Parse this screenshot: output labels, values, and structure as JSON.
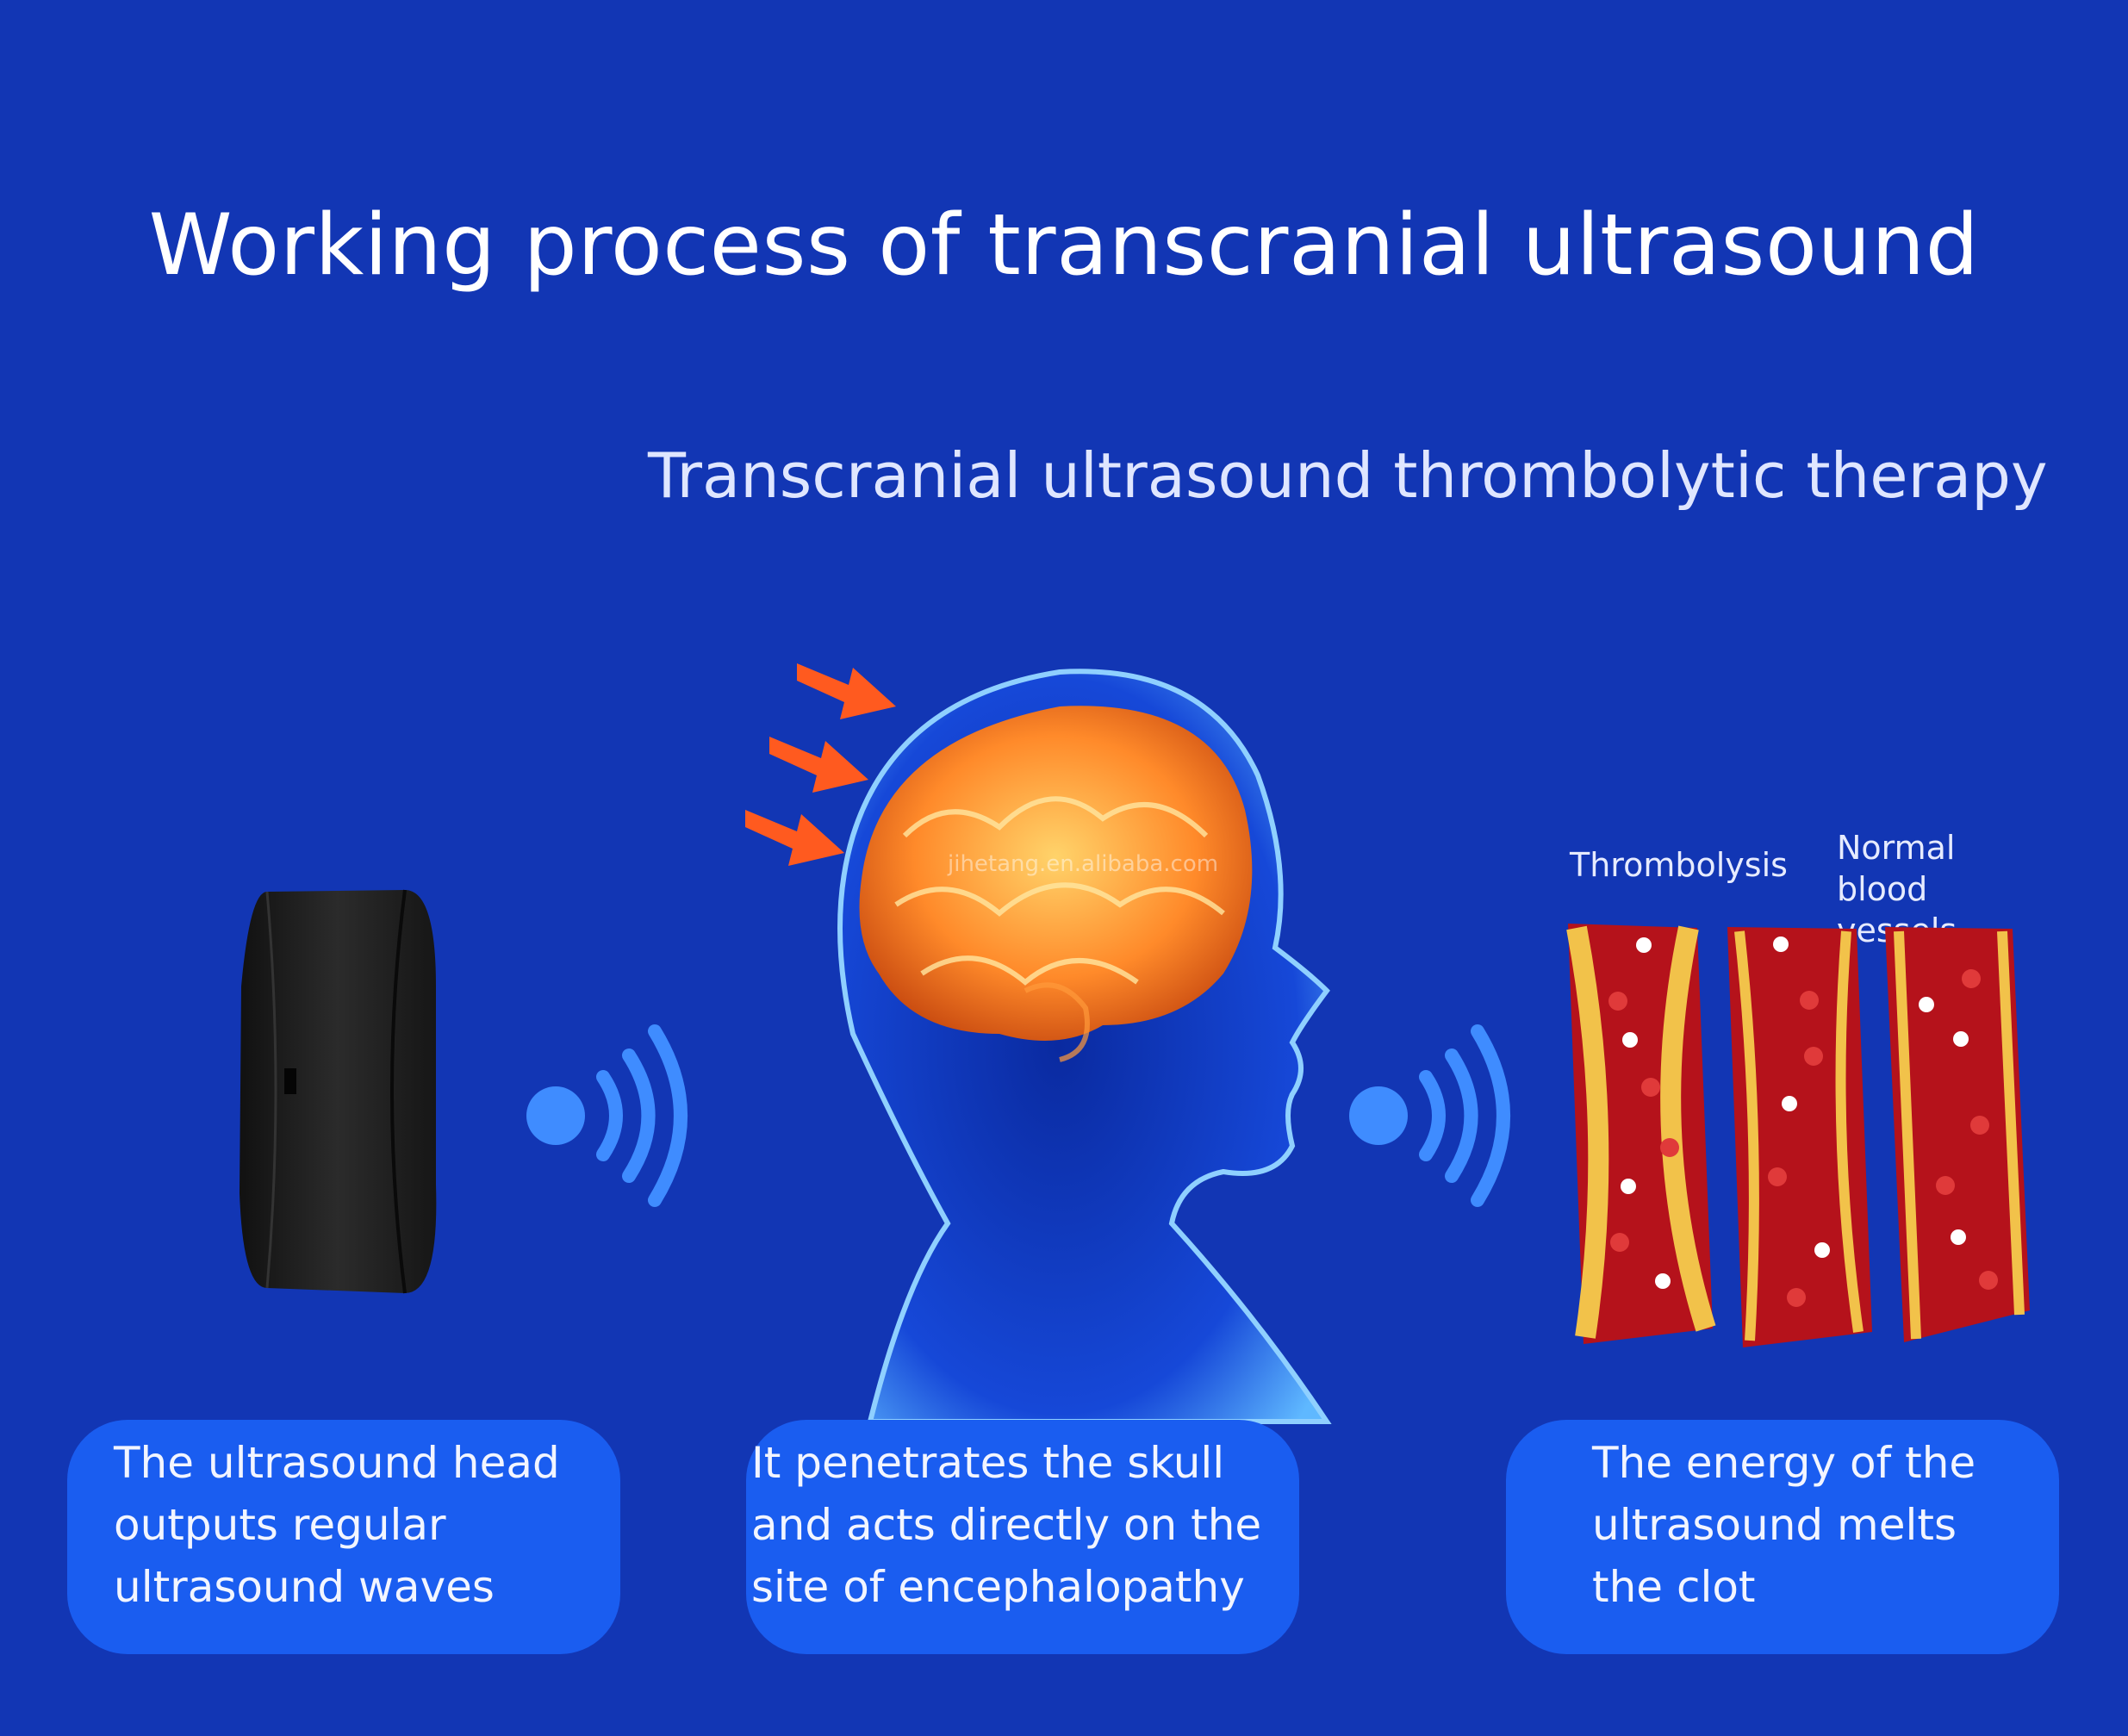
{
  "title": "Working process of transcranial ultrasound",
  "subtitle": "Transcranial ultrasound thrombolytic therapy",
  "vessel_labels": {
    "thrombolysis": "Thrombolysis",
    "normal": "Normal blood vessels"
  },
  "captions": [
    "The ultrasound head outputs regular ultrasound waves",
    "It penetrates the skull and acts directly on the site of encephalopathy",
    "The energy of the ultrasound melts the clot"
  ],
  "watermark": "jihetang.en.alibaba.com",
  "colors": {
    "background": "#1236b4",
    "caption_box": "#1a5df0",
    "wave": "#3f8cff",
    "brain": "#ff9a3a",
    "arrow": "#ff5a1f",
    "vessel": "#b5121b"
  },
  "icons": [
    "ultrasound-device-icon",
    "signal-wave-icon",
    "head-brain-icon",
    "arrow-icon",
    "blood-vessel-icon"
  ]
}
